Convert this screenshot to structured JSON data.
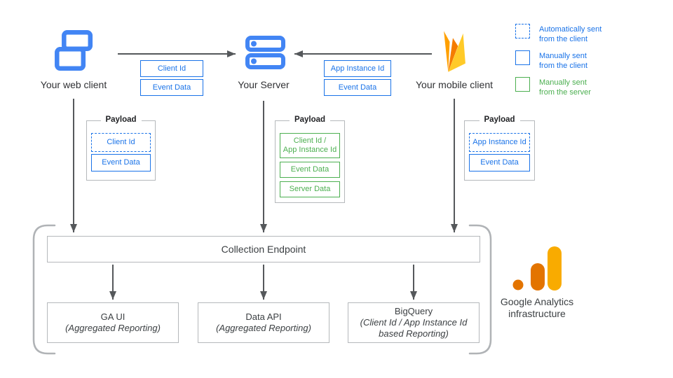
{
  "palette": {
    "icon_blue": "#4285f4",
    "box_blue": "#1a73e8",
    "box_green": "#4caf50",
    "arrow_gray": "#55585b",
    "border_gray": "#b5b8bb",
    "firebase_amber": "#FFA000",
    "firebase_orange": "#F57C00",
    "firebase_yellow": "#FFCA28",
    "ga_orange": "#E37400",
    "ga_amber": "#F9AB00"
  },
  "clients": {
    "web": {
      "label": "Your web client"
    },
    "server": {
      "label": "Your Server"
    },
    "mobile": {
      "label": "Your mobile client"
    }
  },
  "flows": {
    "web_to_server": [
      "Client Id",
      "Event Data"
    ],
    "mobile_to_server": [
      "App Instance Id",
      "Event Data"
    ]
  },
  "payloads": {
    "title": "Payload",
    "web": [
      {
        "label": "Client Id"
      },
      {
        "label": "Event Data"
      }
    ],
    "server": [
      {
        "line1": "Client Id /",
        "line2": "App Instance Id"
      },
      {
        "label": "Event Data"
      },
      {
        "label": "Server Data"
      }
    ],
    "mobile": [
      {
        "label": "App Instance Id"
      },
      {
        "label": "Event Data"
      }
    ]
  },
  "legend": [
    {
      "line1": "Automatically sent",
      "line2": "from the client"
    },
    {
      "line1": "Manually sent",
      "line2": "from the client"
    },
    {
      "line1": "Manually sent",
      "line2": "from the server"
    }
  ],
  "infrastructure": {
    "endpoint_label": "Collection Endpoint",
    "outputs": [
      {
        "title": "GA UI",
        "subtitle": "(Aggregated Reporting)"
      },
      {
        "title": "Data API",
        "subtitle": "(Aggregated Reporting)"
      },
      {
        "title": "BigQuery",
        "subtitle_line1": "(Client Id / App Instance Id",
        "subtitle_line2": "based Reporting)"
      }
    ],
    "caption_line1": "Google Analytics",
    "caption_line2": "infrastructure"
  }
}
